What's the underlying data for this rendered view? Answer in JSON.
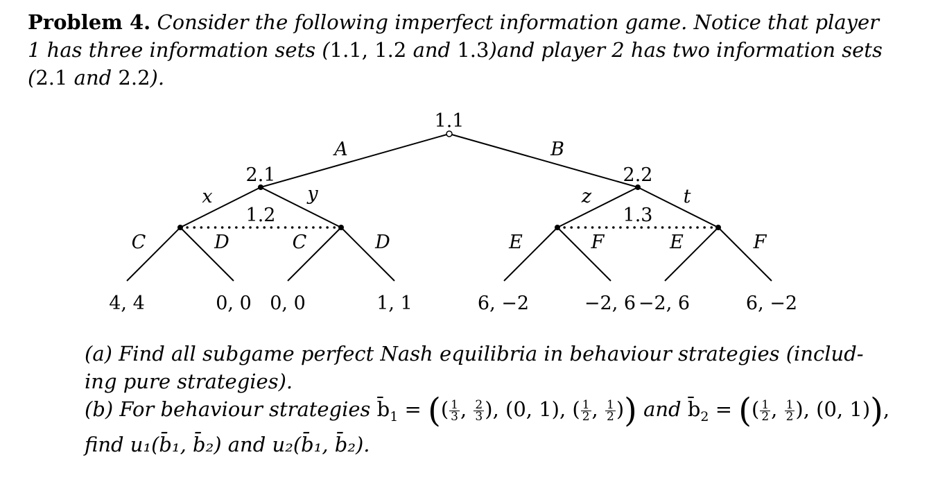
{
  "problem": {
    "heading": "Problem 4.",
    "intro": {
      "p1": "Consider the following imperfect information game. Notice that player 1 has three information sets (",
      "s1": "1.1, 1.2",
      "p2": " and ",
      "s2": "1.3",
      "p3": ")and player 2 has two information sets (",
      "s3": "2.1",
      "p4": " and ",
      "s4": "2.2",
      "p5": ")."
    }
  },
  "tree": {
    "root_label": "1.1",
    "p2_left_label": "2.1",
    "p2_right_label": "2.2",
    "p1_left_infoset_label": "1.2",
    "p1_right_infoset_label": "1.3",
    "actions": {
      "A": "A",
      "B": "B",
      "x": "x",
      "y": "y",
      "z": "z",
      "t": "t",
      "C1": "C",
      "D1": "D",
      "C2": "C",
      "D2": "D",
      "E1": "E",
      "F1": "F",
      "E2": "E",
      "F2": "F"
    },
    "payoffs": [
      "4, 4",
      "0, 0",
      "0, 0",
      "1, 1",
      "6, −2",
      "−2, 6",
      "−2, 6",
      "6, −2"
    ]
  },
  "questions": {
    "a_line1": "(a) Find all subgame perfect Nash equilibria in behaviour strategies (includ-",
    "a_line2": "ing pure strategies).",
    "b_prefix": "(b) For behaviour strategies ",
    "b1_symbol": "b̄",
    "b1_sub": "1",
    "eq": " = ",
    "b1_f1n": "1",
    "b1_f1d": "3",
    "b1_f2n": "2",
    "b1_f2d": "3",
    "b1_mid": "), (0, 1), (",
    "b1_f3n": "1",
    "b1_f3d": "2",
    "b1_f4n": "1",
    "b1_f4d": "2",
    "and": " and ",
    "b2_symbol": "b̄",
    "b2_sub": "2",
    "b2_f1n": "1",
    "b2_f1d": "2",
    "b2_f2n": "1",
    "b2_f2d": "2",
    "b2_tail": "), (0, 1)",
    "find_line": "find u₁(b̄₁, b̄₂) and u₂(b̄₁, b̄₂)."
  }
}
